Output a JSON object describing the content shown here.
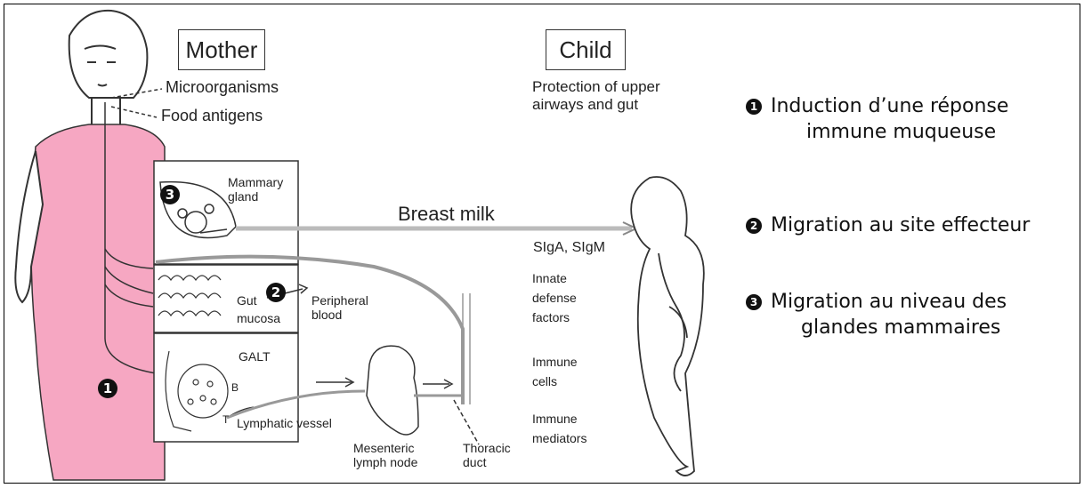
{
  "mother_title": "Mother",
  "child_title": "Child",
  "labels": {
    "microorganisms": "Microorganisms",
    "food_antigens": "Food antigens",
    "protection_line1": "Protection of upper",
    "protection_line2": "airways and gut",
    "mammary_line1": "Mammary",
    "mammary_line2": "gland",
    "breast_milk": "Breast milk",
    "sigA": "SIgA, SIgM",
    "innate_line1": "Innate",
    "innate_line2": "defense",
    "innate_line3": "factors",
    "immune_cells_line1": "Immune",
    "immune_cells_line2": "cells",
    "immune_mediators_line1": "Immune",
    "immune_mediators_line2": "mediators",
    "gut": "Gut",
    "mucosa": "mucosa",
    "peripheral_line1": "Peripheral",
    "peripheral_line2": "blood",
    "galt": "GALT",
    "b_cell": "B",
    "t_cell": "T",
    "lymphatic": "Lymphatic vessel",
    "mesenteric_line1": "Mesenteric",
    "mesenteric_line2": "lymph node",
    "thoracic_line1": "Thoracic",
    "thoracic_line2": "duct"
  },
  "markers": {
    "one": "1",
    "two": "2",
    "three": "3"
  },
  "legend": [
    {
      "number": "1",
      "line1": "Induction d’une réponse",
      "line2": "immune muqueuse"
    },
    {
      "number": "2",
      "line1": "Migration au site effecteur",
      "line2": ""
    },
    {
      "number": "3",
      "line1": "Migration au niveau des",
      "line2": "glandes mammaires"
    }
  ],
  "colors": {
    "dress": "#f6a7c2",
    "line": "#333333",
    "milk_line": "#bbbbbb"
  }
}
